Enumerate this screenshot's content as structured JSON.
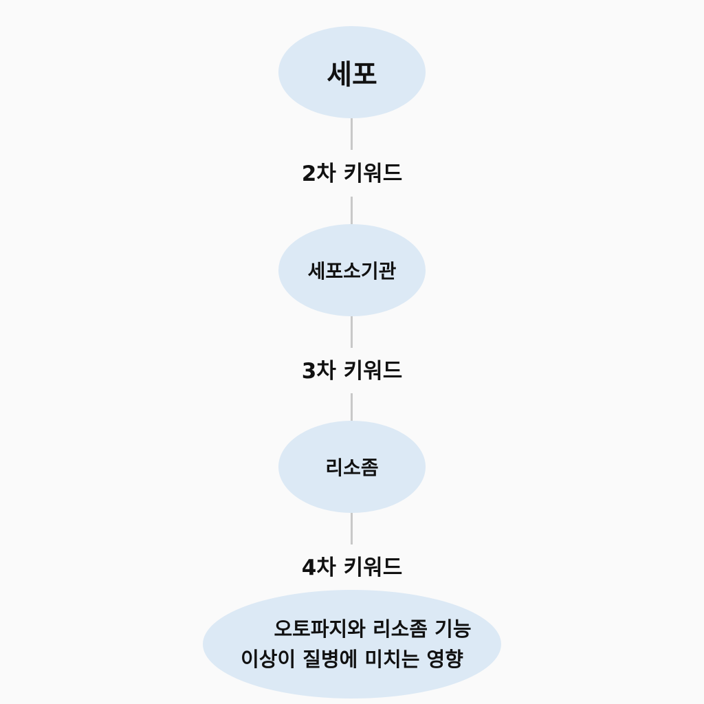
{
  "diagram": {
    "nodes": [
      {
        "id": "n1",
        "label": "세포"
      },
      {
        "id": "n2",
        "label": "세포소기관"
      },
      {
        "id": "n3",
        "label": "리소좀"
      },
      {
        "id": "n4",
        "lines": [
          "오토파지와 리소좀 기능",
          "이상이 질병에 미치는 영향"
        ]
      }
    ],
    "level_labels": [
      "2차 키워드",
      "3차 키워드",
      "4차 키워드"
    ],
    "colors": {
      "node_fill": "#dce9f5",
      "connector": "#c8c8c8",
      "background": "#fafafa",
      "text": "#111111"
    }
  }
}
